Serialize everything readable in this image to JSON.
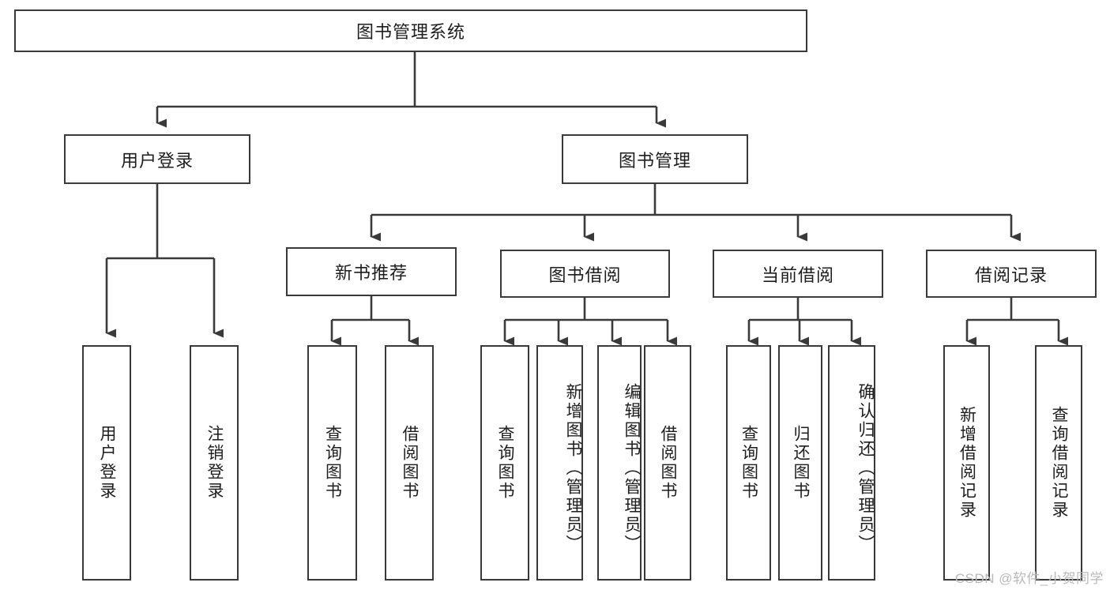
{
  "diagram": {
    "title": "图书管理系统",
    "type": "tree-hierarchy-diagram",
    "colors": {
      "stroke": "#3a3a3a",
      "text": "#1d1d1d",
      "background": "#ffffff",
      "watermark": "#b9b9b9"
    },
    "root": {
      "label": "图书管理系统"
    },
    "level1": [
      {
        "label": "用户登录"
      },
      {
        "label": "图书管理"
      }
    ],
    "level2": [
      {
        "label": "新书推荐"
      },
      {
        "label": "图书借阅"
      },
      {
        "label": "当前借阅"
      },
      {
        "label": "借阅记录"
      }
    ],
    "leaves": {
      "user_login": [
        {
          "label": "用户登录"
        },
        {
          "label": "注销登录"
        }
      ],
      "new_book": [
        {
          "label": "查询图书"
        },
        {
          "label": "借阅图书"
        }
      ],
      "book_borrow": [
        {
          "label": "查询图书"
        },
        {
          "label": "新增图书（管理员）"
        },
        {
          "label": "编辑图书（管理员）"
        },
        {
          "label": "借阅图书"
        }
      ],
      "current_borrow": [
        {
          "label": "查询图书"
        },
        {
          "label": "归还图书"
        },
        {
          "label": "确认归还（管理员）"
        }
      ],
      "borrow_record": [
        {
          "label": "新增借阅记录"
        },
        {
          "label": "查询借阅记录"
        }
      ]
    }
  },
  "watermark": {
    "text": "CSDN @软件_小贺同学"
  }
}
